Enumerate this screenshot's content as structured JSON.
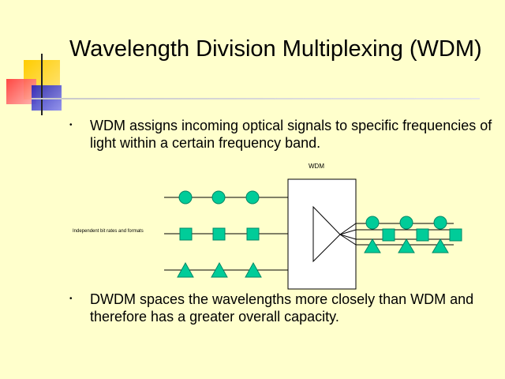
{
  "title": "Wavelength Division Multiplexing (WDM)",
  "bullets": [
    "WDM assigns incoming optical signals to specific frequencies of light within a certain frequency band.",
    "DWDM spaces the wavelengths more closely than WDM and therefore has a greater overall capacity."
  ],
  "diagram": {
    "box_label": "WDM",
    "input_label": "Independent bit rates and formats"
  },
  "colors": {
    "background": "#ffffcc",
    "shape_fill": "#00cc99",
    "deco_yellow": "#ffcc00",
    "deco_red": "#ff3333",
    "deco_blue": "#3333cc"
  }
}
